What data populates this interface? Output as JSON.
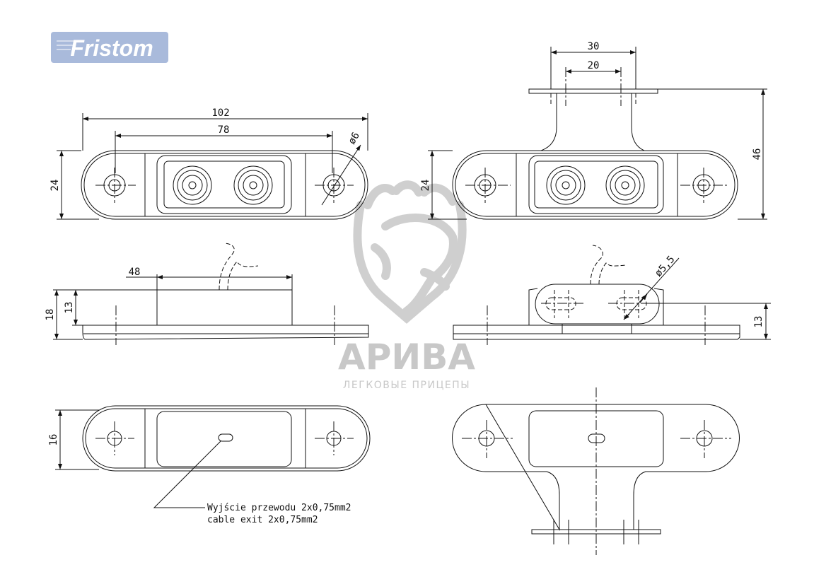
{
  "logo": {
    "text": "Fristom",
    "color": "#a9badb"
  },
  "watermark": {
    "title": "АРИВА",
    "subtitle": "ЛЕГКОВЫЕ ПРИЦЕПЫ"
  },
  "views": {
    "top_left": {
      "overall_length": "102",
      "hole_spacing": "78",
      "hole_diameter": "ø6",
      "height": "24"
    },
    "top_right": {
      "bracket_outer": "30",
      "bracket_inner": "20",
      "total_height": "46",
      "height": "24"
    },
    "side_left": {
      "body_length": "48",
      "total_height": "18",
      "body_height": "13"
    },
    "side_right": {
      "slot_diameter": "ø5,5",
      "slot_height": "13"
    },
    "bottom_left": {
      "width": "16"
    },
    "bottom_right": {}
  },
  "annotation": {
    "line1": "Wyjście przewodu 2x0,75mm2",
    "line2": "cable exit 2x0,75mm2"
  }
}
